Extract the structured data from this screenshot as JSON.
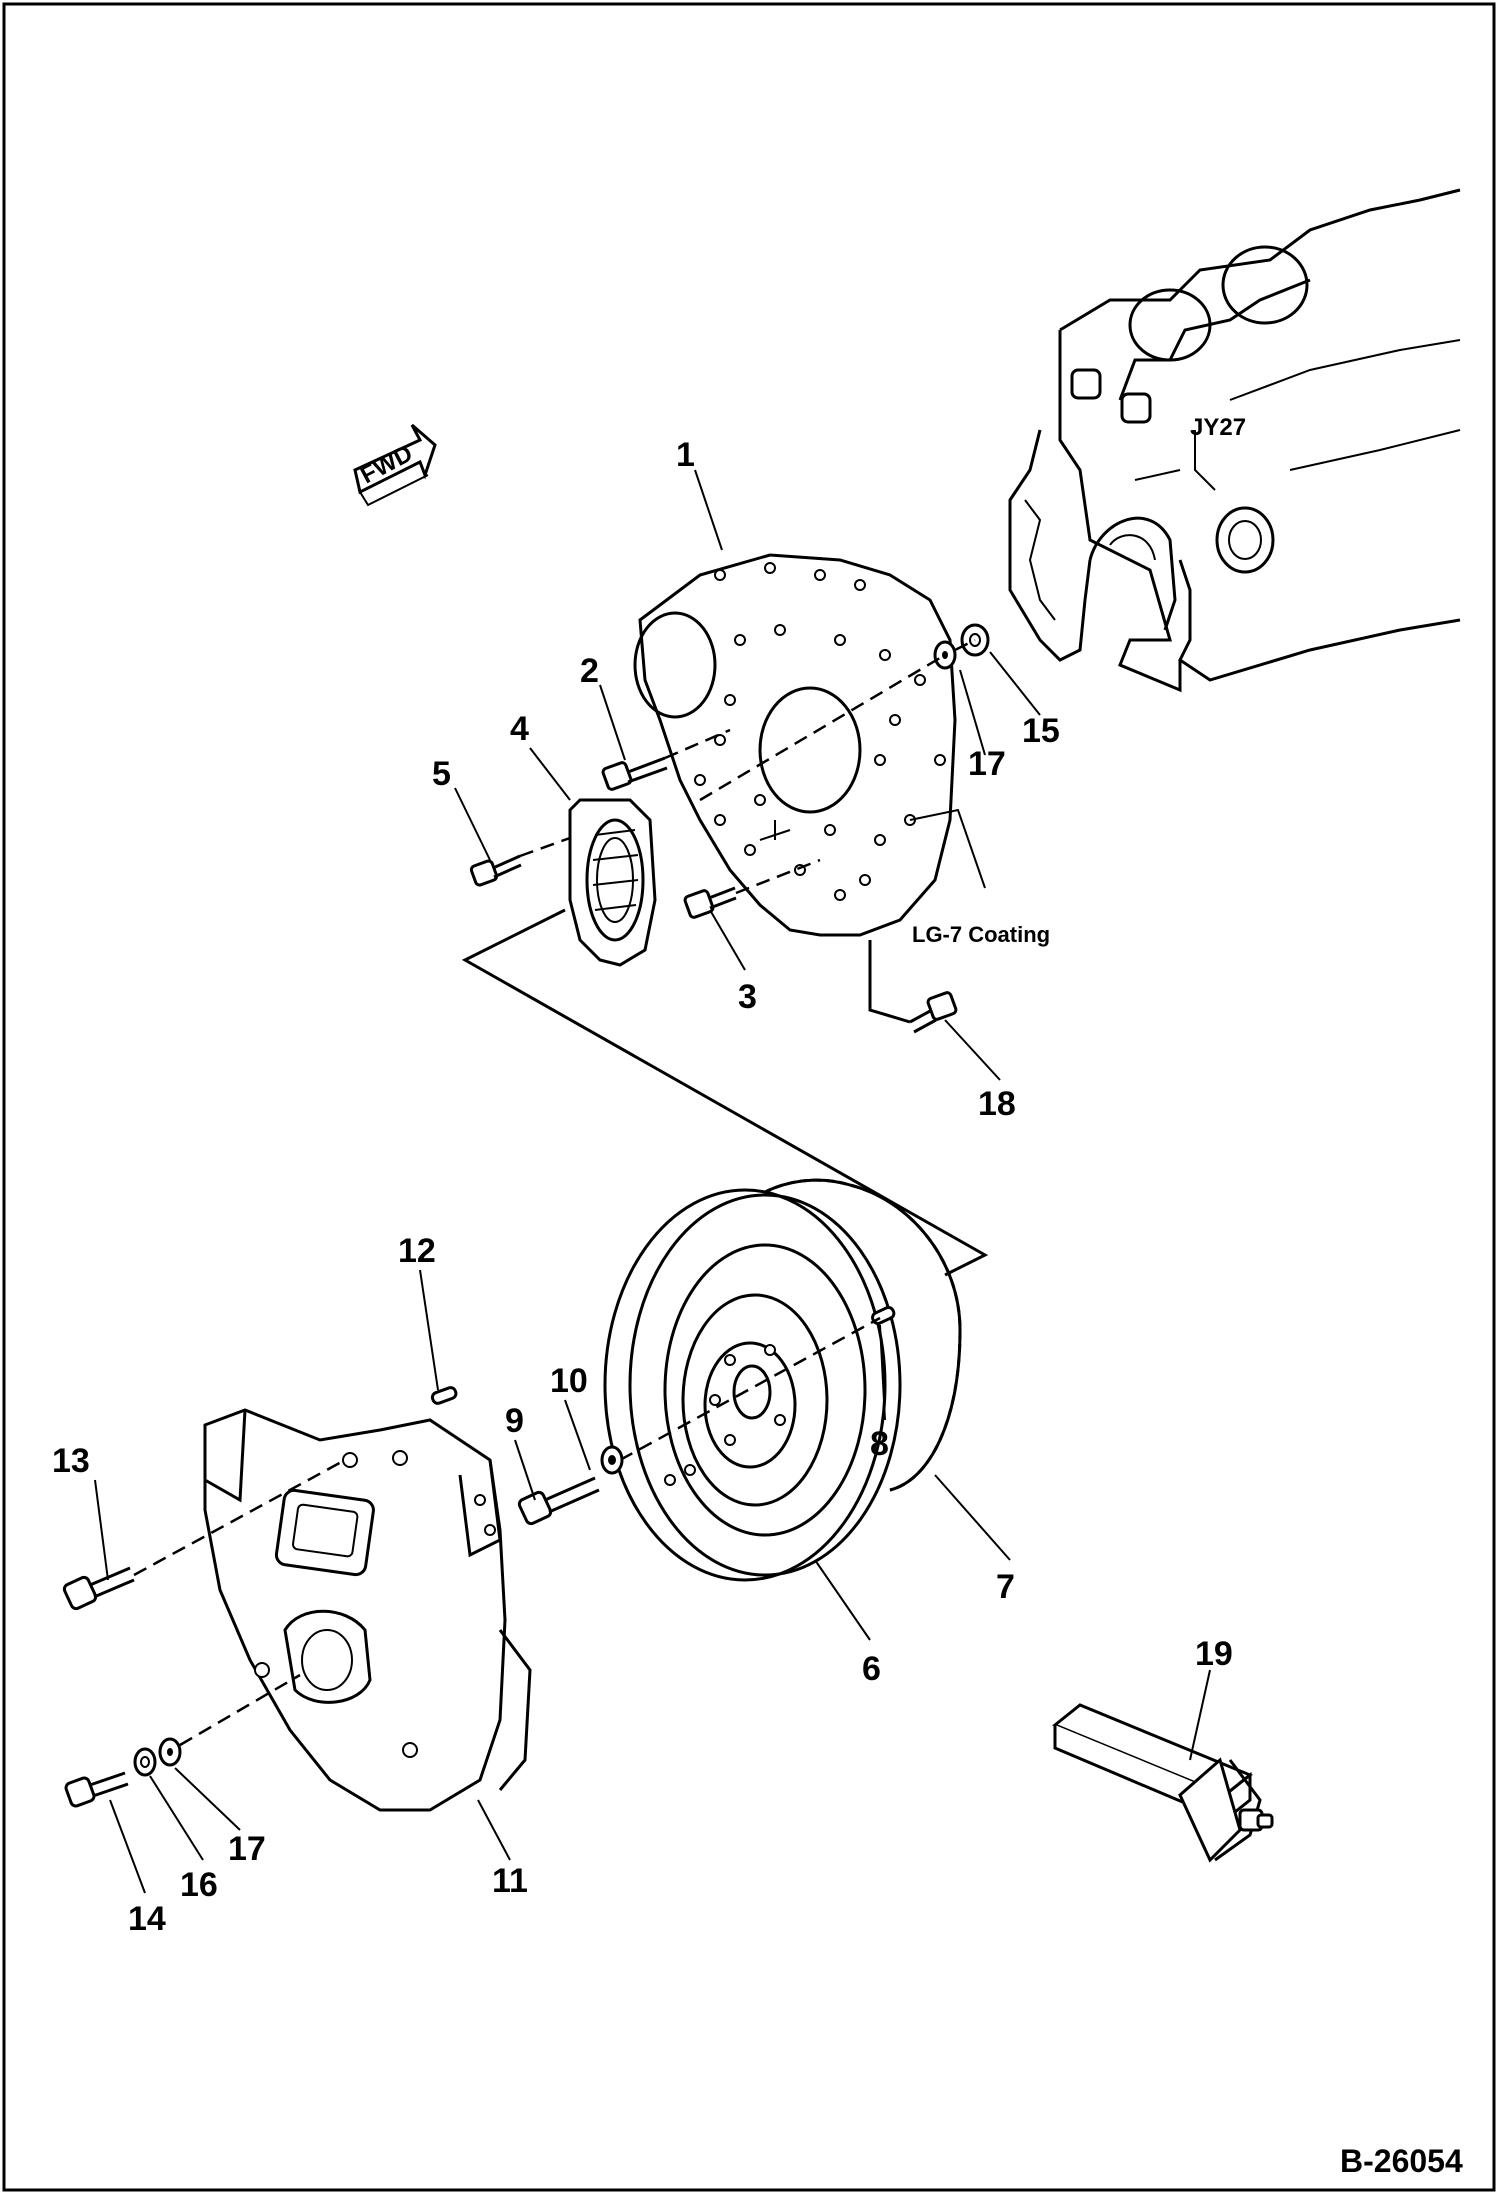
{
  "diagram": {
    "forward_marker": "FWD",
    "coating_note": "LG-7 Coating",
    "document_number": "B-26054",
    "engine_label": "JY27",
    "callouts": {
      "p1": "1",
      "p2": "2",
      "p3": "3",
      "p4": "4",
      "p5": "5",
      "p6": "6",
      "p7": "7",
      "p8": "8",
      "p9": "9",
      "p10": "10",
      "p11": "11",
      "p12": "12",
      "p13": "13",
      "p14": "14",
      "p15": "15",
      "p16": "16",
      "p17a": "17",
      "p17b": "17",
      "p18": "18",
      "p19": "19"
    }
  }
}
